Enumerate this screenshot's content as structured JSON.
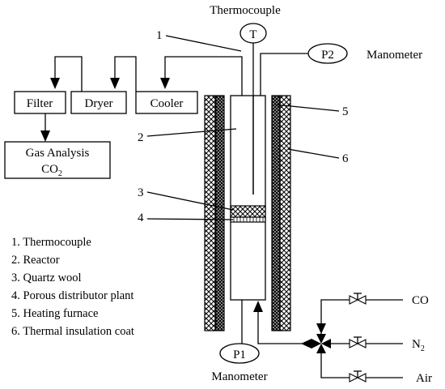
{
  "labels": {
    "thermocouple": "Thermocouple",
    "t_symbol": "T",
    "manometer_top": "Manometer",
    "p2": "P2",
    "p1": "P1",
    "manometer_bottom": "Manometer",
    "filter": "Filter",
    "dryer": "Dryer",
    "cooler": "Cooler",
    "gas_analysis": "Gas Analysis",
    "co2_base": "CO",
    "co2_sub": "2",
    "gas_co": "CO",
    "gas_n2_base": "N",
    "gas_n2_sub": "2",
    "gas_air": "Air"
  },
  "callouts": [
    "1",
    "2",
    "3",
    "4",
    "5",
    "6"
  ],
  "legend": [
    "1. Thermocouple",
    "2. Reactor",
    "3. Quartz wool",
    "4. Porous distributor plant",
    "5. Heating furnace",
    "6. Thermal insulation coat"
  ]
}
